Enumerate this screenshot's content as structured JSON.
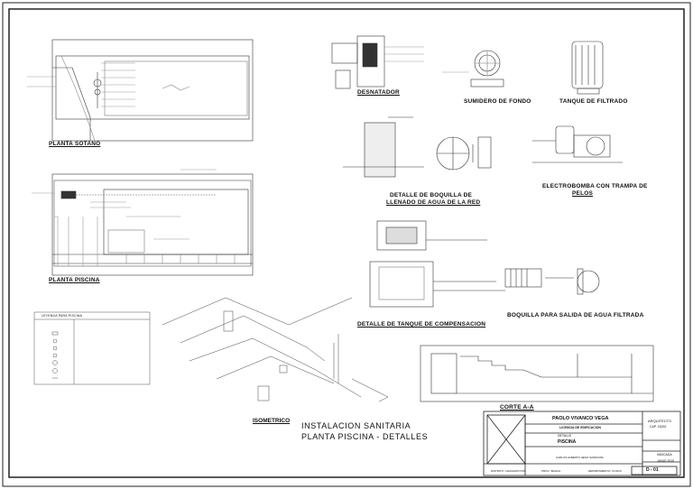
{
  "drawing": {
    "views": {
      "planta_sotano": "PLANTA SOTANO",
      "planta_piscina": "PLANTA PISCINA",
      "desnatador": "DESNATADOR",
      "sumidero": "SUMIDERO DE FONDO",
      "tanque_filtrado": "TANQUE DE FILTRADO",
      "boquilla_llenado_1": "DETALLE DE BOQUILLA DE",
      "boquilla_llenado_2": "LLENADO DE AGUA DE LA RED",
      "electrobomba_1": "ELECTROBOMBA CON TRAMPA DE",
      "electrobomba_2": "PELOS",
      "tanque_compensacion": "DETALLE DE TANQUE DE COMPENSACION",
      "boquilla_salida": "BOQUILLA PARA SALIDA DE AGUA FILTRADA",
      "corte": "CORTE A-A",
      "isometrico": "ISOMETRICO",
      "leyenda": "LEYENDA PARA PISCINA"
    },
    "sheet_title_1": "INSTALACION SANITARIA",
    "sheet_title_2": "PLANTA  PISCINA - DETALLES"
  },
  "title_block": {
    "architect_name": "PAOLO VIVANCO VEGA",
    "license": "LICENCIA DE EDIFICACION",
    "project_label": "DETALLE",
    "project": "PISCINA",
    "owner": "CARLOS ALBERTO HESO SANDOVAL",
    "role": "ARQUITECTO",
    "cap": "CAP. 15232",
    "scale": "INDICADA",
    "date": "JUNIO 2015",
    "sheet_no": "D - 01",
    "district": "DISTRITO: CHACHAPOYAS",
    "province": "PROV.: BAGUA",
    "department": "DEPARTAMENTO: CUSCO"
  }
}
